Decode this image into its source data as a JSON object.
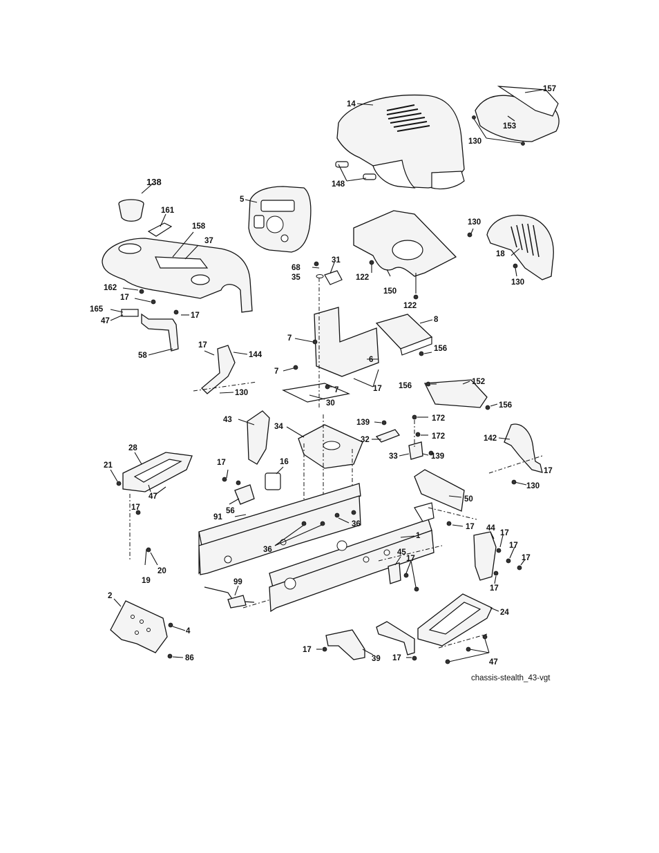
{
  "caption": "chassis-stealth_43-vgt",
  "labels": {
    "p1": "1",
    "p2": "2",
    "p4": "4",
    "p5": "5",
    "p6": "6",
    "p7a": "7",
    "p7b": "7",
    "p7c": "7",
    "p8": "8",
    "p14": "14",
    "p16": "16",
    "p17a": "17",
    "p17b": "17",
    "p17c": "17",
    "p17d": "17",
    "p17e": "17",
    "p17f": "17",
    "p17g": "17",
    "p17h": "17",
    "p17i": "17",
    "p17j": "17",
    "p17k": "17",
    "p17l": "17",
    "p17m": "17",
    "p17n": "17",
    "p17o": "17",
    "p18": "18",
    "p19": "19",
    "p20": "20",
    "p21": "21",
    "p24": "24",
    "p28": "28",
    "p30": "30",
    "p31": "31",
    "p32": "32",
    "p33": "33",
    "p34": "34",
    "p35": "35",
    "p36a": "36",
    "p36b": "36",
    "p37": "37",
    "p39": "39",
    "p43": "43",
    "p44": "44",
    "p45": "45",
    "p47a": "47",
    "p47b": "47",
    "p47c": "47",
    "p50": "50",
    "p56": "56",
    "p58": "58",
    "p68": "68",
    "p86": "86",
    "p91": "91",
    "p99": "99",
    "p122a": "122",
    "p122b": "122",
    "p130a": "130",
    "p130b": "130",
    "p130c": "130",
    "p130d": "130",
    "p130e": "130",
    "p138": "138",
    "p139a": "139",
    "p139b": "139",
    "p142": "142",
    "p144": "144",
    "p148": "148",
    "p150": "150",
    "p152": "152",
    "p153": "153",
    "p156a": "156",
    "p156b": "156",
    "p156c": "156",
    "p157": "157",
    "p158": "158",
    "p161": "161",
    "p162": "162",
    "p165": "165",
    "p172a": "172",
    "p172b": "172"
  }
}
